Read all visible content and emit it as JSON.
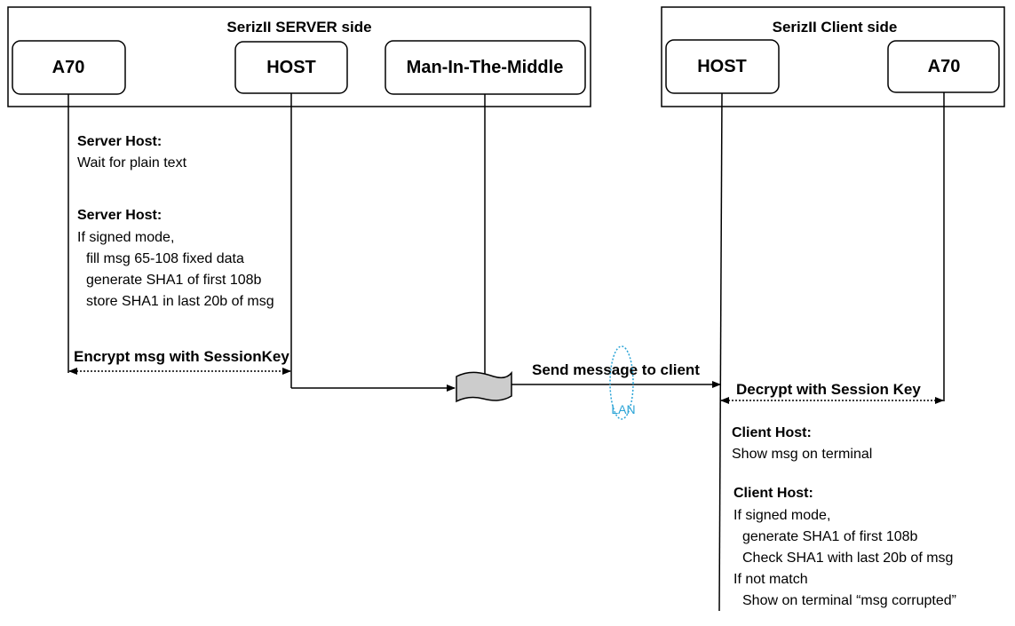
{
  "server_group": {
    "title": "SerizII SERVER side",
    "actors": {
      "a70": "A70",
      "host": "HOST",
      "mitm": "Man-In-The-Middle"
    }
  },
  "client_group": {
    "title": "SerizII Client side",
    "actors": {
      "host": "HOST",
      "a70": "A70"
    }
  },
  "server_notes": {
    "wait": {
      "title": "Server Host:",
      "lines": [
        "Wait for plain text"
      ]
    },
    "signed": {
      "title": "Server Host:",
      "lines": [
        "If signed mode,",
        "fill msg 65-108 fixed data",
        "generate SHA1 of first 108b",
        "store SHA1 in last 20b of msg"
      ]
    }
  },
  "messages": {
    "encrypt": "Encrypt msg with SessionKey",
    "send": "Send message to client",
    "decrypt": "Decrypt  with Session Key"
  },
  "lan_label": "LAN",
  "client_notes": {
    "show": {
      "title": "Client Host:",
      "lines": [
        "Show msg on terminal"
      ]
    },
    "signed": {
      "title": "Client Host:",
      "lines": [
        "If signed mode,",
        "generate SHA1 of first 108b",
        "Check SHA1 with last 20b of msg",
        "If not match",
        "Show on terminal “msg corrupted”"
      ]
    }
  },
  "colors": {
    "line": "#000000",
    "document_fill": "#cccccc",
    "lan": "#29a3d6"
  }
}
